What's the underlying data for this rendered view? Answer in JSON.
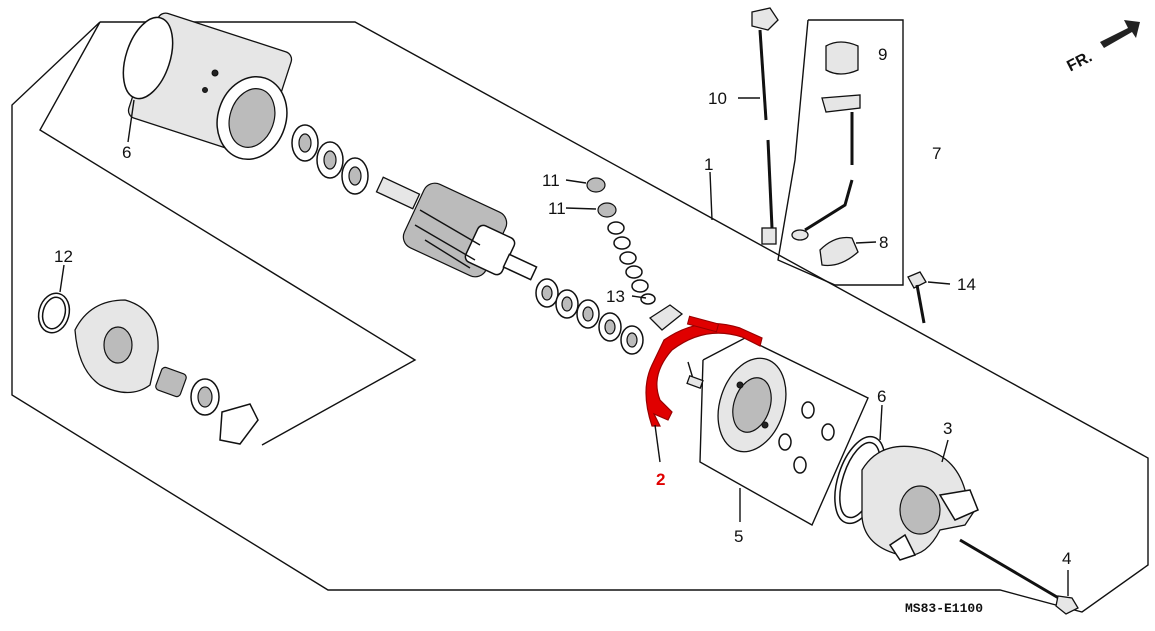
{
  "diagram": {
    "code": "MS83-E1100",
    "direction_label": "FR.",
    "highlight_color": "#e00000",
    "labels": {
      "l1": "1",
      "l2": "2",
      "l3": "3",
      "l4": "4",
      "l5": "5",
      "l6a": "6",
      "l6b": "6",
      "l7": "7",
      "l8": "8",
      "l9": "9",
      "l10": "10",
      "l11a": "11",
      "l11b": "11",
      "l12": "12",
      "l13": "13",
      "l14": "14"
    }
  }
}
